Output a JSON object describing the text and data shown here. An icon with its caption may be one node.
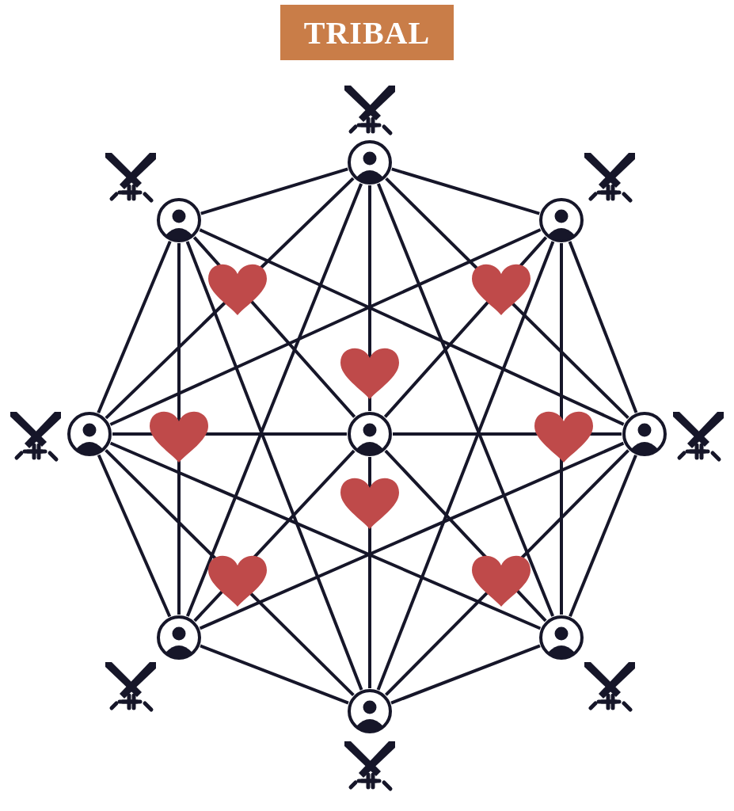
{
  "diagram": {
    "title": "TRIBAL",
    "nodes": [
      {
        "text": [],
        "shape": "person"
      },
      {
        "text": [],
        "shape": "person"
      },
      {
        "text": [],
        "shape": "person"
      },
      {
        "text": [],
        "shape": "person"
      },
      {
        "text": [],
        "shape": "person"
      },
      {
        "text": [],
        "shape": "person"
      },
      {
        "text": [],
        "shape": "person"
      },
      {
        "text": [],
        "shape": "person"
      },
      {
        "text": [],
        "shape": "person"
      }
    ],
    "edges": [
      {
        "from": 0,
        "to": 1,
        "arrow": "none"
      },
      {
        "from": 0,
        "to": 2,
        "arrow": "none"
      },
      {
        "from": 0,
        "to": 3,
        "arrow": "none"
      },
      {
        "from": 0,
        "to": 5,
        "arrow": "none"
      },
      {
        "from": 0,
        "to": 6,
        "arrow": "none"
      },
      {
        "from": 0,
        "to": 7,
        "arrow": "none"
      },
      {
        "from": 1,
        "to": 3,
        "arrow": "none"
      },
      {
        "from": 1,
        "to": 5,
        "arrow": "none"
      },
      {
        "from": 1,
        "to": 6,
        "arrow": "none"
      },
      {
        "from": 1,
        "to": 8,
        "arrow": "none"
      },
      {
        "from": 2,
        "to": 3,
        "arrow": "none"
      },
      {
        "from": 2,
        "to": 5,
        "arrow": "none"
      },
      {
        "from": 2,
        "to": 7,
        "arrow": "none"
      },
      {
        "from": 2,
        "to": 8,
        "arrow": "none"
      },
      {
        "from": 3,
        "to": 6,
        "arrow": "none"
      },
      {
        "from": 3,
        "to": 7,
        "arrow": "none"
      },
      {
        "from": 3,
        "to": 8,
        "arrow": "none"
      },
      {
        "from": 5,
        "to": 6,
        "arrow": "none"
      },
      {
        "from": 5,
        "to": 7,
        "arrow": "none"
      },
      {
        "from": 5,
        "to": 8,
        "arrow": "none"
      },
      {
        "from": 6,
        "to": 8,
        "arrow": "none"
      },
      {
        "from": 7,
        "to": 8,
        "arrow": "none"
      },
      {
        "from": 4,
        "to": 0,
        "arrow": "none"
      },
      {
        "from": 4,
        "to": 1,
        "arrow": "none"
      },
      {
        "from": 4,
        "to": 2,
        "arrow": "none"
      },
      {
        "from": 4,
        "to": 3,
        "arrow": "none"
      },
      {
        "from": 4,
        "to": 5,
        "arrow": "none"
      },
      {
        "from": 4,
        "to": 6,
        "arrow": "none"
      },
      {
        "from": 4,
        "to": 7,
        "arrow": "none"
      },
      {
        "from": 4,
        "to": 8,
        "arrow": "none"
      }
    ]
  }
}
